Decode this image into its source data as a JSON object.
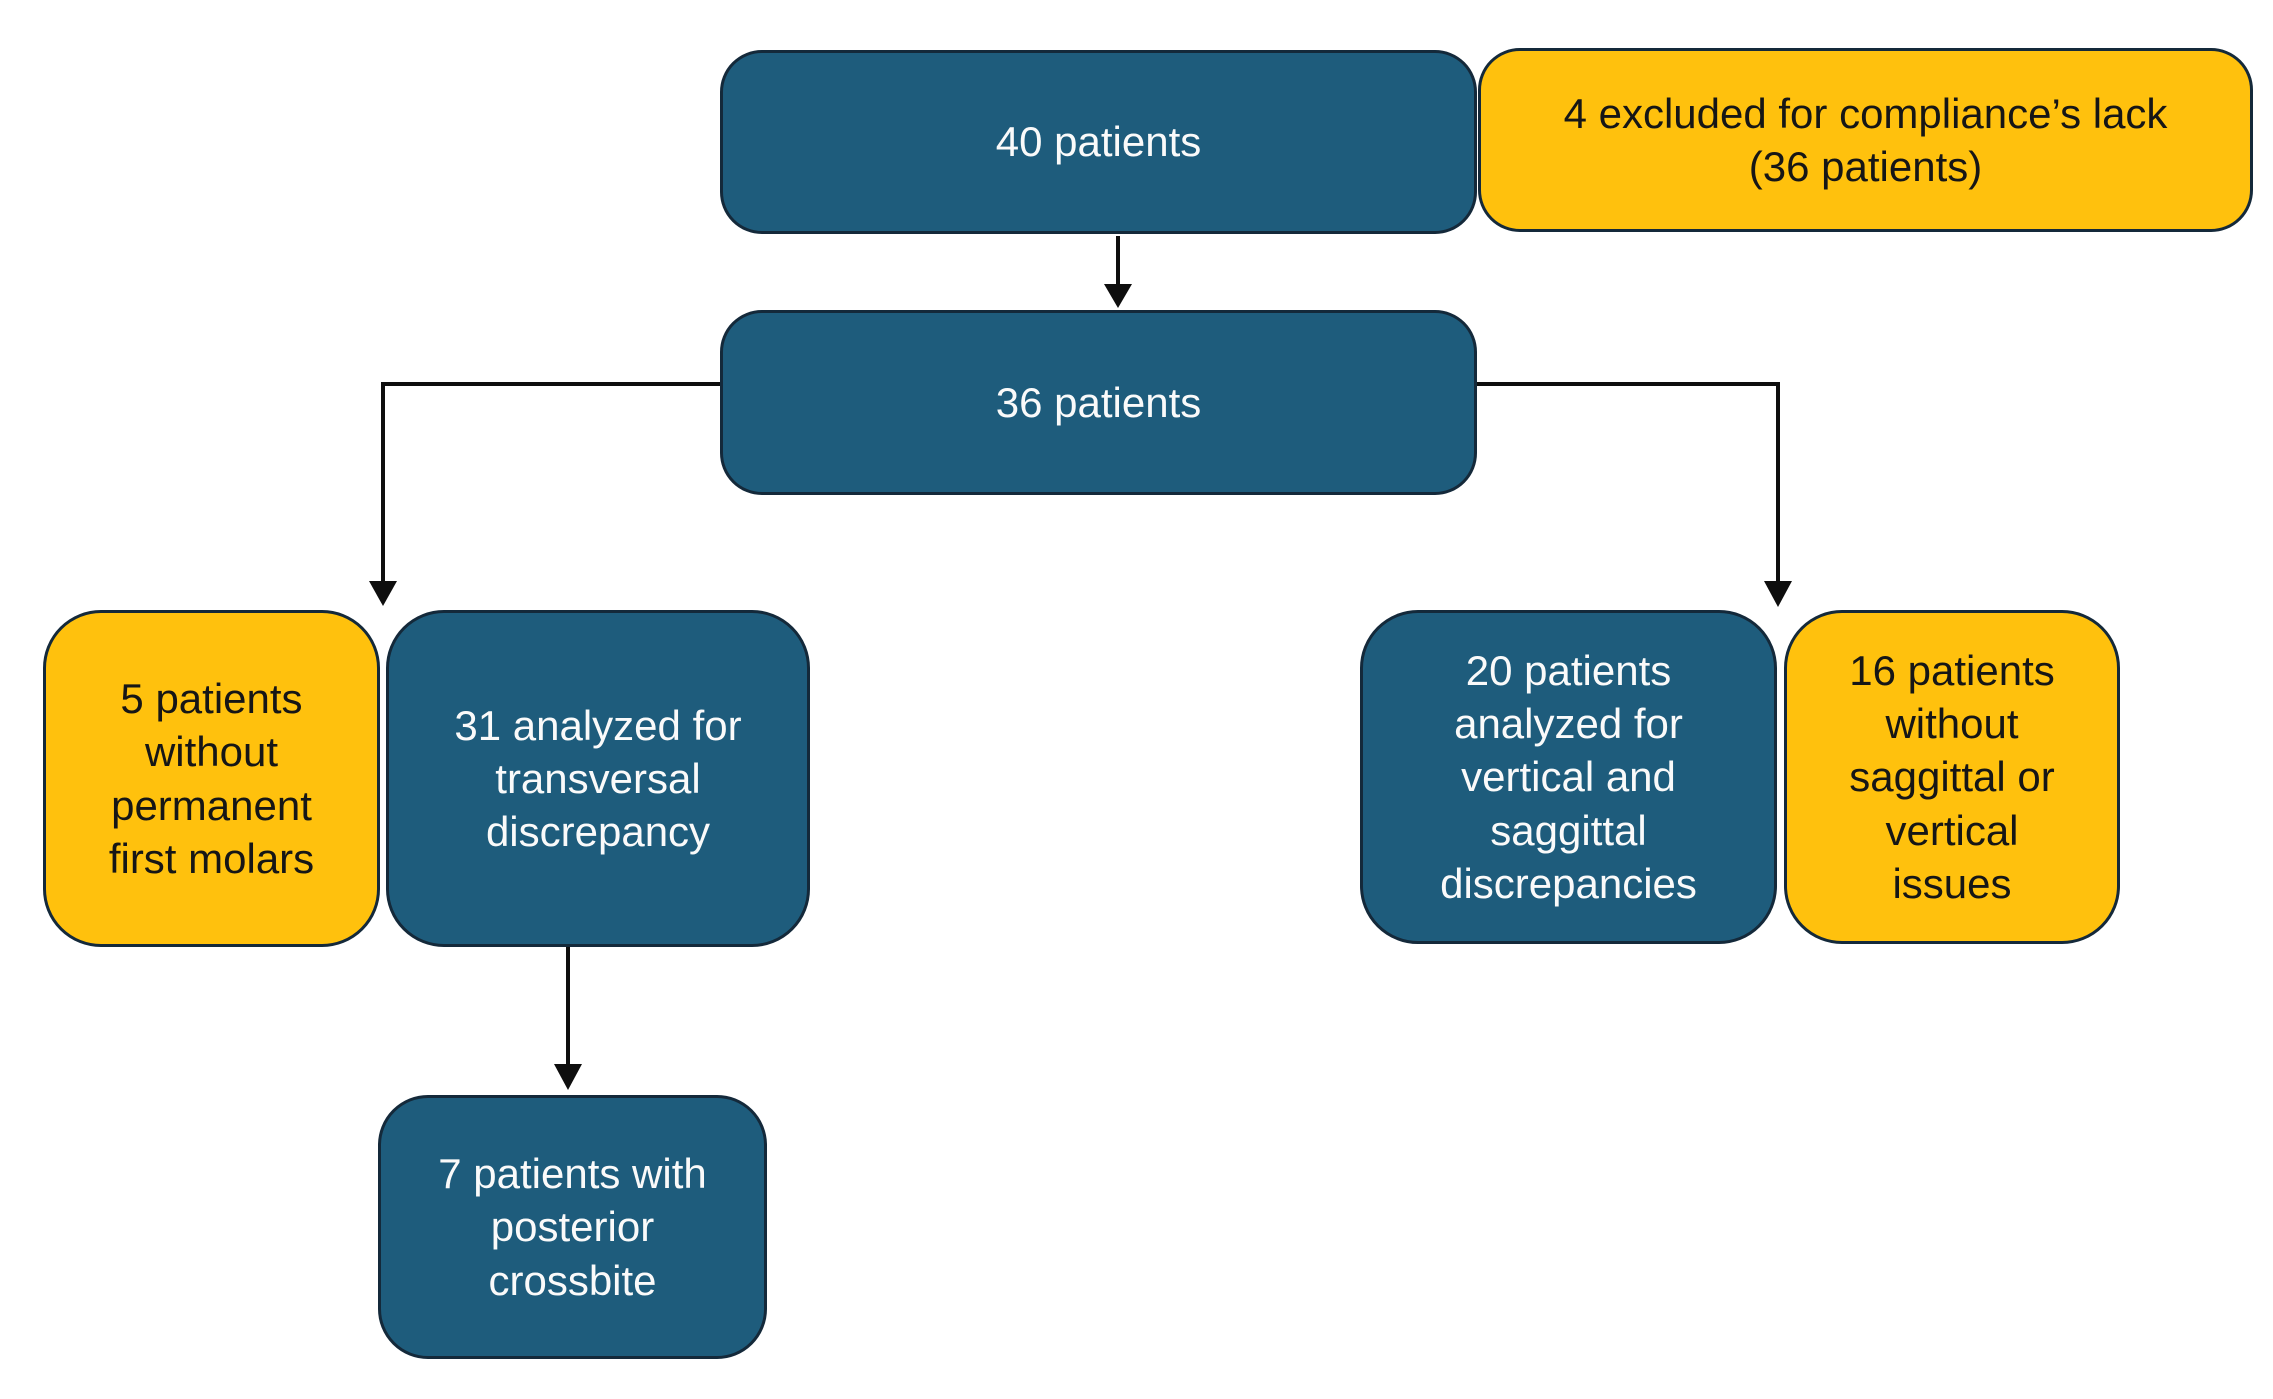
{
  "colors": {
    "teal_fill": "#1E5C7C",
    "yellow_fill": "#FFC10D",
    "box_border": "#14293A",
    "arrow": "#0E0E0E",
    "text_on_teal": "#FAFAFA",
    "text_on_yellow": "#161616",
    "background": "#FFFFFF"
  },
  "nodes": {
    "n40": {
      "text": "40 patients"
    },
    "excluded": {
      "text": "4 excluded for compliance’s lack\n(36 patients)"
    },
    "n36": {
      "text": "36 patients"
    },
    "no_molars": {
      "text": "5 patients\nwithout\npermanent\nfirst molars"
    },
    "transversal": {
      "text": "31 analyzed for\ntransversal\ndiscrepancy"
    },
    "vertical_saggittal": {
      "text": "20 patients\nanalyzed for\nvertical and\nsaggittal\ndiscrepancies"
    },
    "no_issues": {
      "text": "16 patients\nwithout\nsaggittal or\nvertical\nissues"
    },
    "crossbite": {
      "text": "7 patients with\nposterior\ncrossbite"
    }
  }
}
